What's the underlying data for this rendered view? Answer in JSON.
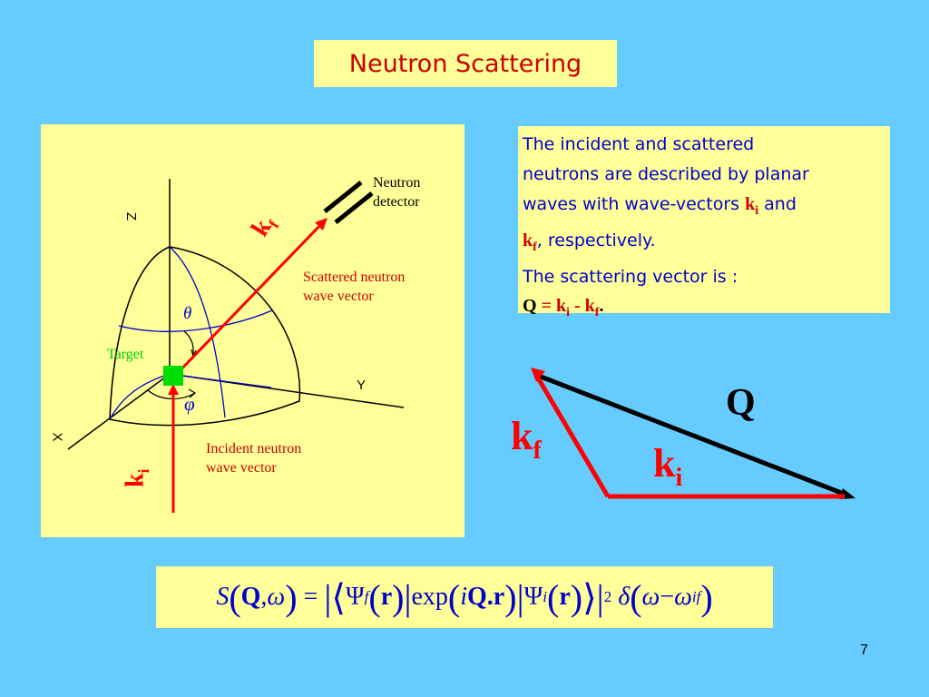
{
  "slide": {
    "title": "Neutron Scattering",
    "page_number": "7"
  },
  "diagram": {
    "axis_z": "Z",
    "axis_y": "Y",
    "axis_x": "X",
    "neutron_detector": [
      "Neutron",
      "detector"
    ],
    "scattered_label": [
      "Scattered neutron",
      "wave vector"
    ],
    "incident_label": [
      "Incident neutron",
      "wave vector"
    ],
    "target_label": "Target",
    "theta": "θ",
    "phi": "φ",
    "kf_k": "k",
    "kf_sub": "f",
    "ki_k": "k",
    "ki_sub": "i"
  },
  "description": {
    "line1": "The incident and scattered",
    "line2": "neutrons are described by planar",
    "line3_pre": "waves with wave-vectors ",
    "ki_k": "k",
    "ki_sub": "i",
    "line3_post": " and",
    "kf_k": "k",
    "kf_sub": "f",
    "line4_post": ", respectively.",
    "line5": "The scattering vector is :",
    "q": "Q",
    "eq": " = ",
    "eq_ki_k": "k",
    "eq_ki_sub": "i",
    "minus": " - ",
    "eq_kf_k": "k",
    "eq_kf_sub": "f",
    "period": "."
  },
  "triangle": {
    "q": "Q",
    "kf_k": "k",
    "kf_sub": "f",
    "ki_k": "k",
    "ki_sub": "i"
  },
  "formula": {
    "s": "S",
    "q": "Q",
    "comma": ",",
    "omega": "ω",
    "equals": "=",
    "psi": "Ψ",
    "sub_f": "f",
    "r": "r",
    "exp": "exp",
    "i": "i",
    "qr": "Q.r",
    "sub_i": "i",
    "sup2": "2",
    "delta": "δ",
    "minus": "−",
    "sub_if": "if"
  },
  "colors": {
    "background": "#66ccff",
    "panel": "#ffff99",
    "title_text": "#cc0000",
    "body_text": "#0000cc",
    "vector_red": "#ff0000",
    "target_green": "#00dd00"
  }
}
